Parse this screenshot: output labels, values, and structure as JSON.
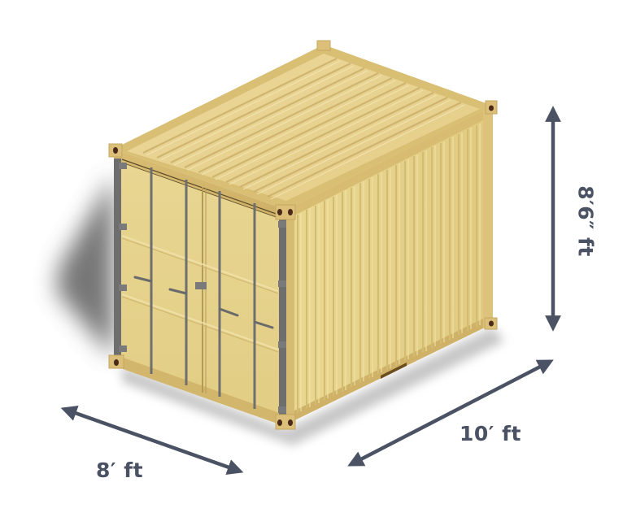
{
  "figure": {
    "subject": "10 ft shipping container",
    "container_color": "#e3cd8a",
    "dimension_color": "#4a5263"
  },
  "dimensions": {
    "height": {
      "label": "8′6″ ft",
      "orientation": "vertical"
    },
    "width": {
      "label": "8′ ft",
      "orientation": "diagonal-left"
    },
    "length": {
      "label": "10′ ft",
      "orientation": "diagonal-right"
    }
  },
  "container": {
    "doors": 2,
    "locking_bars": 4,
    "side_corrugations": 22,
    "roof_corrugations": 11
  }
}
